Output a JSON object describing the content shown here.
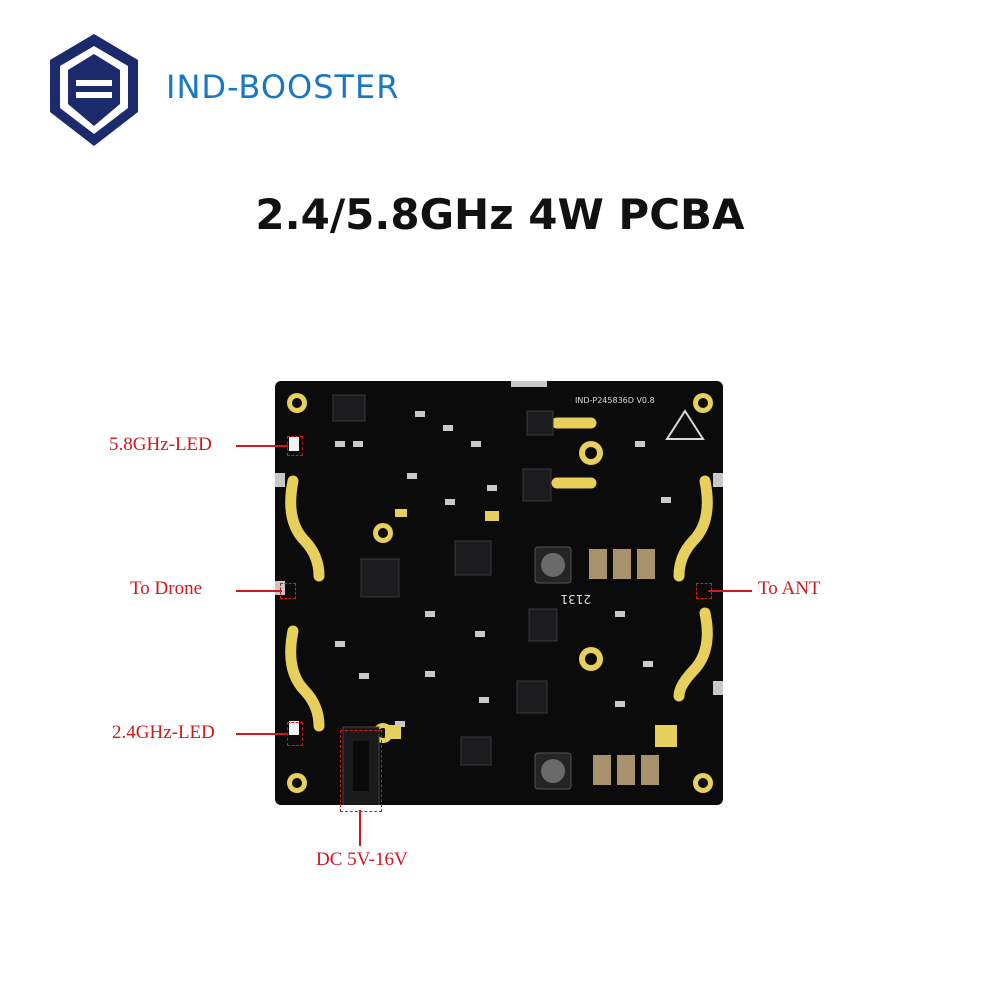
{
  "brand": {
    "name": "IND-BOOSTER",
    "logo_icon": "hexagon-logo-icon",
    "color": "#1a78c2"
  },
  "title": "2.4/5.8GHz 4W PCBA",
  "board": {
    "silkscreen_model": "IND-P245836D V0.8",
    "silkscreen_code": "2131"
  },
  "callouts": {
    "led_5_8": "5.8GHz-LED",
    "to_drone": "To Drone",
    "to_ant": "To ANT",
    "led_2_4": "2.4GHz-LED",
    "dc_input": "DC 5V-16V"
  },
  "colors": {
    "callout": "#d0181e",
    "pcb": "#0b0b0c",
    "gold": "#e6cf5a"
  }
}
